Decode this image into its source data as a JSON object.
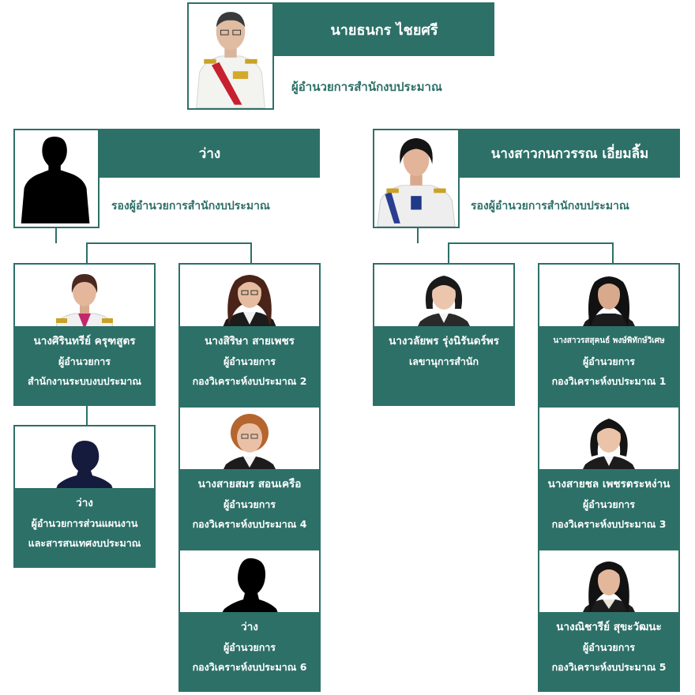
{
  "director": {
    "name": "นายธนกร ไชยศรี",
    "title": "ผู้อำนวยการสำนักงบประมาณ"
  },
  "deputies": [
    {
      "name": "ว่าง",
      "title": "รองผู้อำนวยการสำนักงบประมาณ"
    },
    {
      "name": "นางสาวกนกวรรณ เอี่ยมลิ้ม",
      "title": "รองผู้อำนวยการสำนักงบประมาณ"
    }
  ],
  "cards": [
    {
      "name": "นางศิรินทรีย์ ครุฑสูตร",
      "role": "ผู้อำนวยการ",
      "unit": "สำนักงานระบบงบประมาณ"
    },
    {
      "name": "ว่าง",
      "role": "ผู้อำนวยการส่วนแผนงาน",
      "unit": "และสารสนเทศงบประมาณ"
    },
    {
      "name": "นางสิริษา สายเพชร",
      "role": "ผู้อำนวยการ",
      "unit": "กองวิเคราะห์งบประมาณ 2"
    },
    {
      "name": "นางสายสมร สอนเครือ",
      "role": "ผู้อำนวยการ",
      "unit": "กองวิเคราะห์งบประมาณ 4"
    },
    {
      "name": "ว่าง",
      "role": "ผู้อำนวยการ",
      "unit": "กองวิเคราะห์งบประมาณ 6"
    },
    {
      "name": "นางวลัยพร รุ่งนิรันดร์พร",
      "role": "เลขานุการสำนัก",
      "unit": ""
    },
    {
      "name": "นางสาวรสสุคนธ์ พงษ์พิทักษ์วิเศษ",
      "role": "ผู้อำนวยการ",
      "unit": "กองวิเคราะห์งบประมาณ 1"
    },
    {
      "name": "นางสายชล เพชรตระหง่าน",
      "role": "ผู้อำนวยการ",
      "unit": "กองวิเคราะห์งบประมาณ 3"
    },
    {
      "name": "นางณิชารีย์ สุขะวัฒนะ",
      "role": "ผู้อำนวยการ",
      "unit": "กองวิเคราะห์งบประมาณ 5"
    }
  ],
  "colors": {
    "accent": "#2d7068",
    "silhouette": "#000000",
    "silhouette_alt": "#151b3d"
  }
}
